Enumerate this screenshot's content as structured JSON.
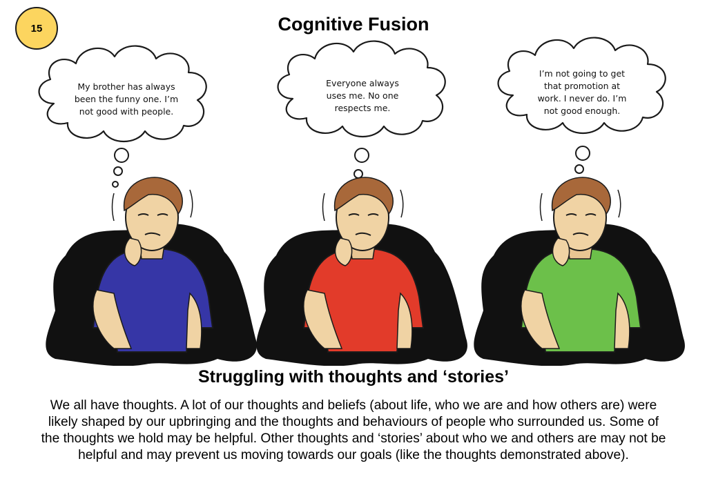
{
  "page": {
    "number": "15",
    "title": "Cognitive Fusion",
    "badge_color": "#fcd55f"
  },
  "figures": [
    {
      "shirt_color": "#3636a6",
      "thought_lines": [
        "My brother has always",
        "been the funny one. I’m",
        "not good with people."
      ]
    },
    {
      "shirt_color": "#e23b2a",
      "thought_lines": [
        "Everyone always",
        "uses me. No one",
        "respects me."
      ]
    },
    {
      "shirt_color": "#6cc04a",
      "thought_lines": [
        "I’m not going to get",
        "that promotion at",
        "work. I never do. I’m",
        "not good enough."
      ]
    }
  ],
  "section": {
    "subtitle": "Struggling with thoughts and ‘stories’",
    "paragraph_lines": [
      "We all have thoughts. A lot of our thoughts and beliefs (about life, who we are and how others are) were",
      "likely shaped by our upbringing and the thoughts and behaviours of people who surrounded us. Some of",
      "the thoughts we hold may be helpful. Other thoughts and ‘stories’ about who we and others are may not be",
      "helpful and may prevent us moving towards our goals (like the thoughts demonstrated above)."
    ]
  }
}
